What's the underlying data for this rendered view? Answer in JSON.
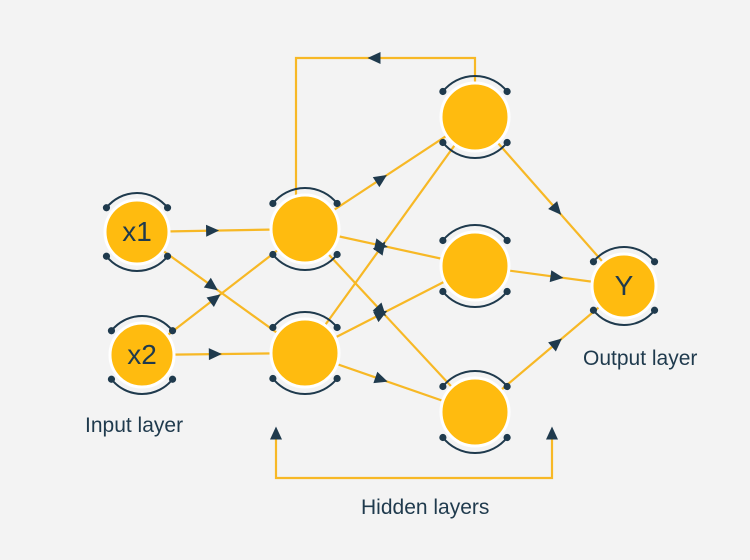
{
  "diagram": {
    "nodes": {
      "x1": {
        "label": "x1"
      },
      "x2": {
        "label": "x2"
      },
      "y": {
        "label": "Y"
      }
    },
    "labels": {
      "input_layer": "Input layer",
      "hidden_layers": "Hidden layers",
      "output_layer": "Output layer"
    }
  },
  "colors": {
    "background": "#f3f3f3",
    "node_fill": "#ffbb0f",
    "edge": "#f7b825",
    "arrow": "#1f3a4d",
    "text": "#1f3a4d"
  }
}
